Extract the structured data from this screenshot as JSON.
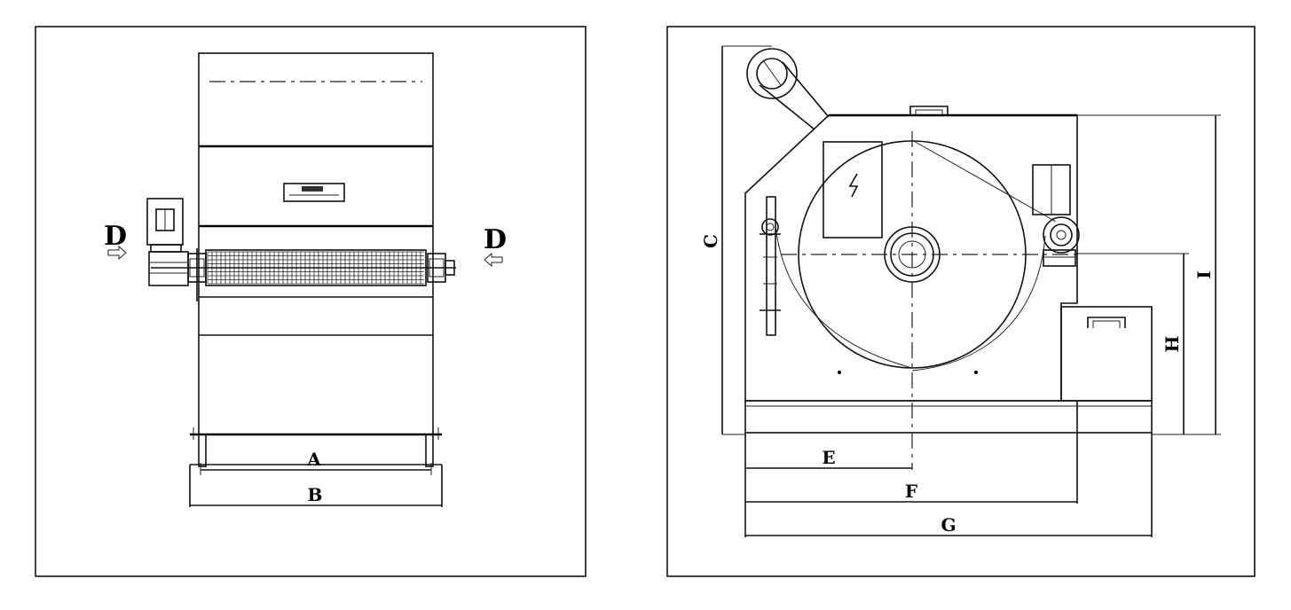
{
  "front_view": {
    "dim_a": "A",
    "dim_b": "B",
    "view_left": "D",
    "view_right": "D"
  },
  "side_view": {
    "dim_c": "C",
    "dim_e": "E",
    "dim_f": "F",
    "dim_g": "G",
    "dim_h": "H",
    "dim_i": "I"
  }
}
